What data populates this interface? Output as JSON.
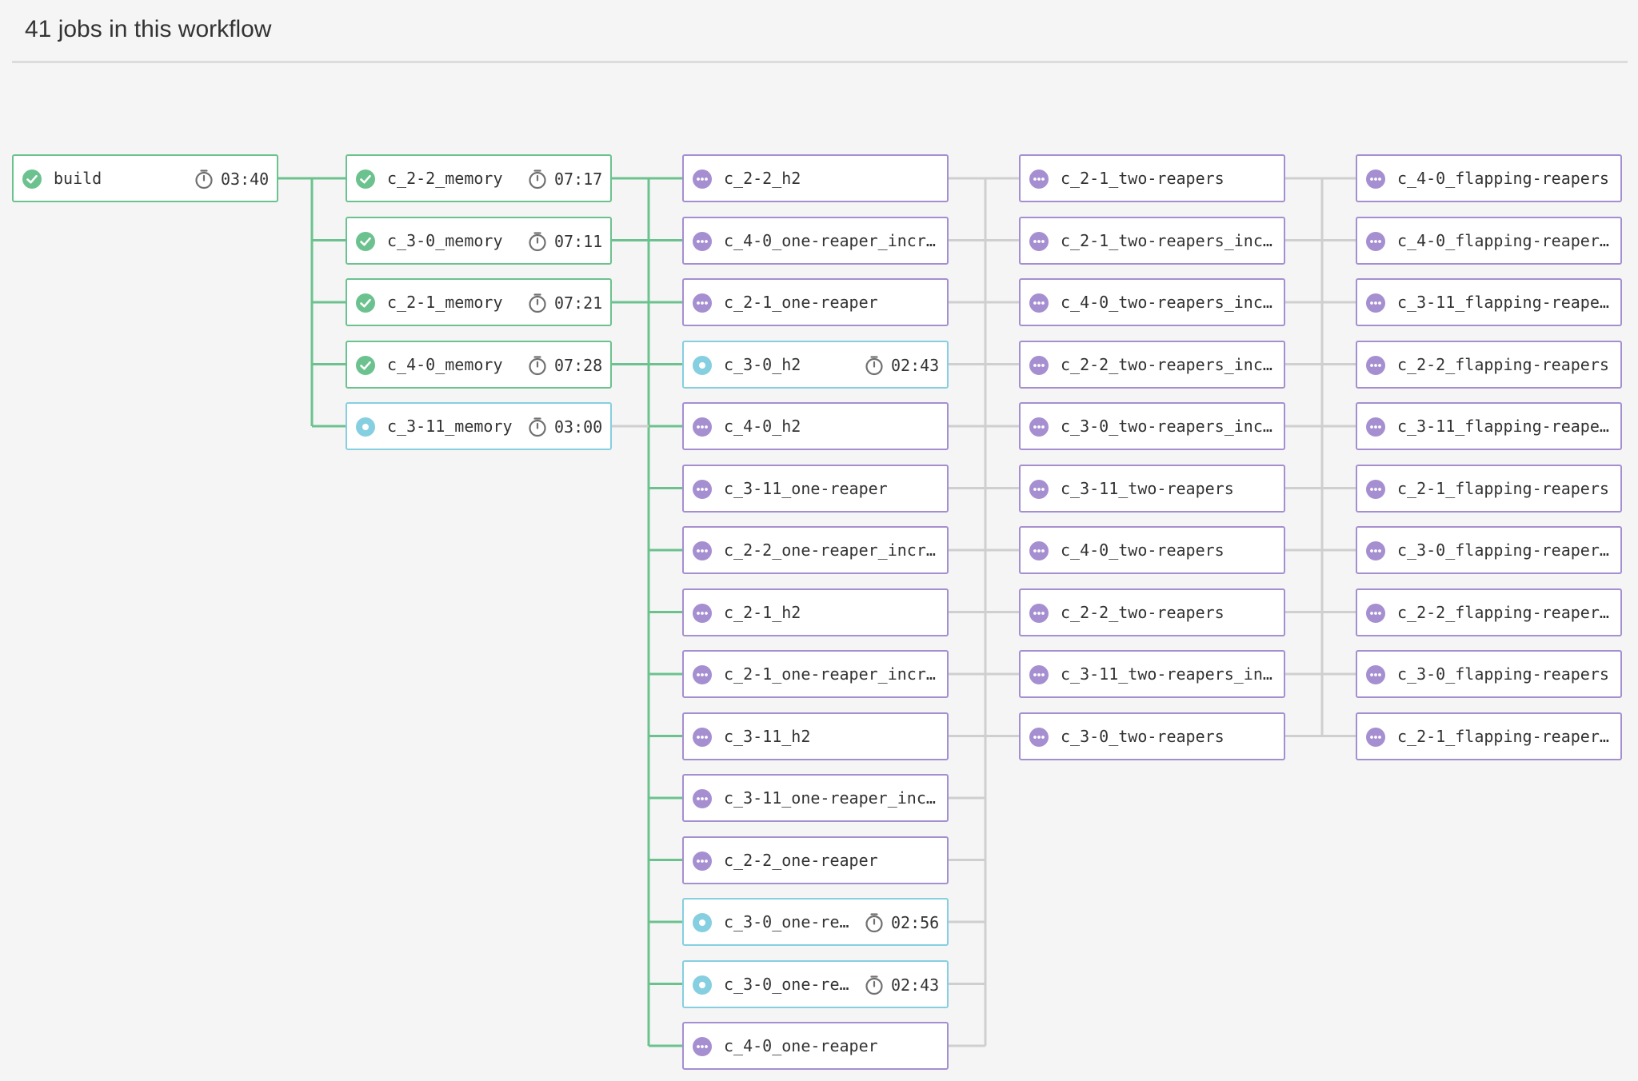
{
  "header": {
    "title": "41 jobs in this workflow"
  },
  "colors": {
    "success": "#6cc28e",
    "running": "#86cfe0",
    "blocked": "#a58fd0",
    "connector_active": "#6cc28e",
    "connector_inactive": "#cfcfcf"
  },
  "icons": {
    "success": "check-circle-icon",
    "running": "running-circle-icon",
    "blocked": "ellipsis-circle-icon",
    "timer": "stopwatch-icon"
  },
  "columns": [
    {
      "jobs": [
        {
          "name": "build",
          "status": "success",
          "duration": "03:40"
        }
      ]
    },
    {
      "jobs": [
        {
          "name": "c_2-2_memory",
          "status": "success",
          "duration": "07:17"
        },
        {
          "name": "c_3-0_memory",
          "status": "success",
          "duration": "07:11"
        },
        {
          "name": "c_2-1_memory",
          "status": "success",
          "duration": "07:21"
        },
        {
          "name": "c_4-0_memory",
          "status": "success",
          "duration": "07:28"
        },
        {
          "name": "c_3-11_memory",
          "status": "running",
          "duration": "03:00"
        }
      ]
    },
    {
      "jobs": [
        {
          "name": "c_2-2_h2",
          "status": "blocked"
        },
        {
          "name": "c_4-0_one-reaper_incr…",
          "status": "blocked"
        },
        {
          "name": "c_2-1_one-reaper",
          "status": "blocked"
        },
        {
          "name": "c_3-0_h2",
          "status": "running",
          "duration": "02:43"
        },
        {
          "name": "c_4-0_h2",
          "status": "blocked"
        },
        {
          "name": "c_3-11_one-reaper",
          "status": "blocked"
        },
        {
          "name": "c_2-2_one-reaper_incr…",
          "status": "blocked"
        },
        {
          "name": "c_2-1_h2",
          "status": "blocked"
        },
        {
          "name": "c_2-1_one-reaper_incr…",
          "status": "blocked"
        },
        {
          "name": "c_3-11_h2",
          "status": "blocked"
        },
        {
          "name": "c_3-11_one-reaper_inc…",
          "status": "blocked"
        },
        {
          "name": "c_2-2_one-reaper",
          "status": "blocked"
        },
        {
          "name": "c_3-0_one-re…",
          "status": "running",
          "duration": "02:56"
        },
        {
          "name": "c_3-0_one-re…",
          "status": "running",
          "duration": "02:43"
        },
        {
          "name": "c_4-0_one-reaper",
          "status": "blocked"
        }
      ]
    },
    {
      "jobs": [
        {
          "name": "c_2-1_two-reapers",
          "status": "blocked"
        },
        {
          "name": "c_2-1_two-reapers_inc…",
          "status": "blocked"
        },
        {
          "name": "c_4-0_two-reapers_inc…",
          "status": "blocked"
        },
        {
          "name": "c_2-2_two-reapers_inc…",
          "status": "blocked"
        },
        {
          "name": "c_3-0_two-reapers_inc…",
          "status": "blocked"
        },
        {
          "name": "c_3-11_two-reapers",
          "status": "blocked"
        },
        {
          "name": "c_4-0_two-reapers",
          "status": "blocked"
        },
        {
          "name": "c_2-2_two-reapers",
          "status": "blocked"
        },
        {
          "name": "c_3-11_two-reapers_in…",
          "status": "blocked"
        },
        {
          "name": "c_3-0_two-reapers",
          "status": "blocked"
        }
      ]
    },
    {
      "jobs": [
        {
          "name": "c_4-0_flapping-reapers",
          "status": "blocked"
        },
        {
          "name": "c_4-0_flapping-reaper…",
          "status": "blocked"
        },
        {
          "name": "c_3-11_flapping-reape…",
          "status": "blocked"
        },
        {
          "name": "c_2-2_flapping-reapers",
          "status": "blocked"
        },
        {
          "name": "c_3-11_flapping-reape…",
          "status": "blocked"
        },
        {
          "name": "c_2-1_flapping-reapers",
          "status": "blocked"
        },
        {
          "name": "c_3-0_flapping-reaper…",
          "status": "blocked"
        },
        {
          "name": "c_2-2_flapping-reaper…",
          "status": "blocked"
        },
        {
          "name": "c_3-0_flapping-reapers",
          "status": "blocked"
        },
        {
          "name": "c_2-1_flapping-reaper…",
          "status": "blocked"
        }
      ]
    }
  ]
}
